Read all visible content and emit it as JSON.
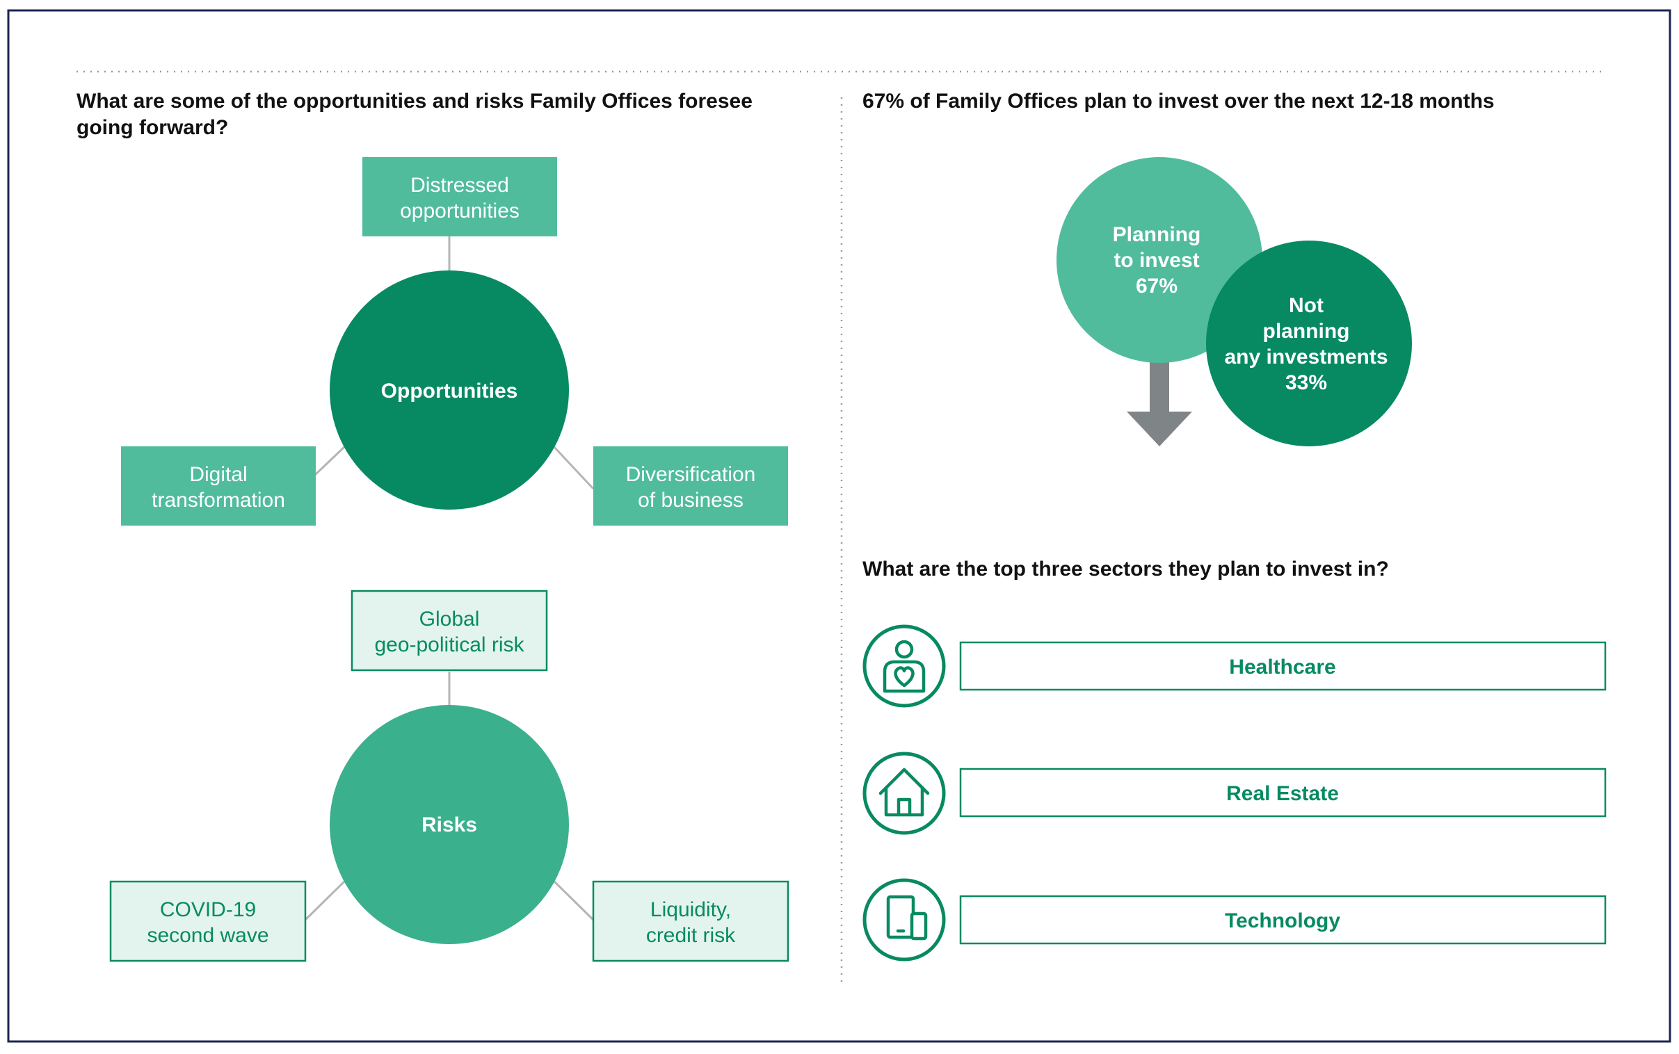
{
  "left": {
    "title_line1": "What are some of the opportunities and risks Family Offices foresee",
    "title_line2": "going forward?",
    "opportunities": {
      "center_label": "Opportunities",
      "top": [
        "Distressed",
        "opportunities"
      ],
      "left": [
        "Digital",
        "transformation"
      ],
      "right": [
        "Diversification",
        "of business"
      ]
    },
    "risks": {
      "center_label": "Risks",
      "top": [
        "Global",
        "geo-political risk"
      ],
      "left": [
        "COVID-19",
        "second wave"
      ],
      "right": [
        "Liquidity,",
        "credit risk"
      ]
    }
  },
  "right": {
    "title": "67% of Family Offices plan to invest over the next 12-18 months",
    "planning": {
      "label_lines": [
        "Planning",
        "to invest"
      ],
      "value_label": "67%",
      "value": 67
    },
    "not_planning": {
      "label_lines": [
        "Not",
        "planning",
        "any investments"
      ],
      "value_label": "33%",
      "value": 33
    },
    "sectors_title": "What are the top three sectors they plan to invest in?",
    "sectors": [
      {
        "label": "Healthcare",
        "icon": "healthcare-person-heart-icon"
      },
      {
        "label": "Real Estate",
        "icon": "house-icon"
      },
      {
        "label": "Technology",
        "icon": "tablet-phone-icon"
      }
    ]
  },
  "colors": {
    "dark_green": "#078a62",
    "mid_green": "#3bb08c",
    "light_green": "#50bc9b",
    "pale_green_fill": "#e2f4ed",
    "grey_arrow": "#7f8587",
    "frame": "#1c2450",
    "text": "#111111"
  }
}
